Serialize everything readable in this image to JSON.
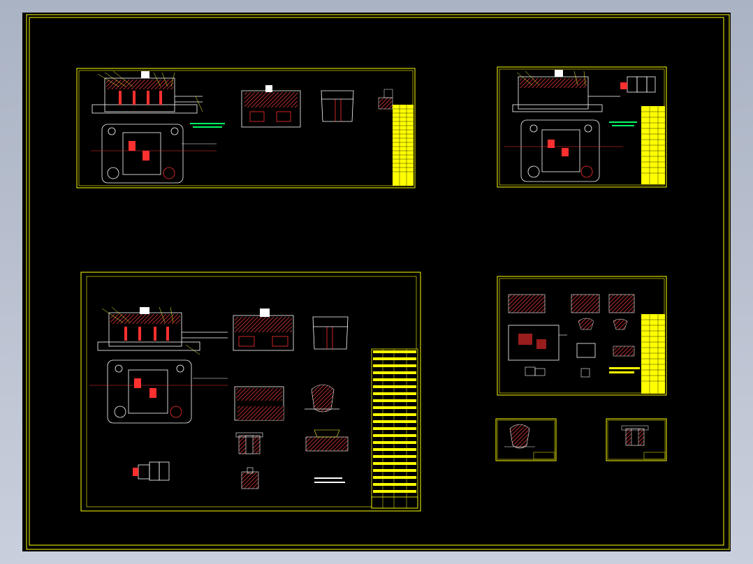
{
  "app": {
    "title": "",
    "background_gradient": [
      "#aab3c4",
      "#c9cfdc"
    ],
    "model_space_color": "#000000"
  },
  "colors": {
    "border": "#ffff00",
    "geometry": "#ffffff",
    "section": "#ff3030",
    "annotation": "#ffff33",
    "note": "#00ff66",
    "hatch": "#ff4040",
    "pink": "#ff66cc"
  },
  "sheets": [
    {
      "id": "assembly-sheet-a",
      "label": ""
    },
    {
      "id": "assembly-sheet-b",
      "label": ""
    },
    {
      "id": "master-sheet",
      "label": ""
    },
    {
      "id": "parts-sheet",
      "label": ""
    },
    {
      "id": "detail-sheet-1",
      "label": ""
    },
    {
      "id": "detail-sheet-2",
      "label": ""
    }
  ]
}
